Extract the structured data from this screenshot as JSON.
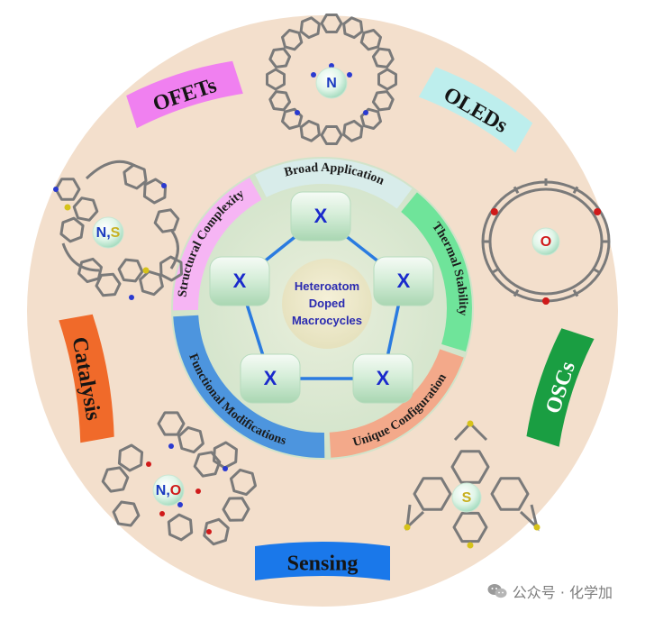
{
  "center": {
    "lines": [
      "Heteroatom",
      "Doped",
      "Macrocycles"
    ]
  },
  "node_label": "X",
  "ring_segments": [
    {
      "label": "Broad Application",
      "color": "#d8ecea"
    },
    {
      "label": "Thermal Stability",
      "color": "#6fe49a"
    },
    {
      "label": "Unique Configuration",
      "color": "#f3a98a"
    },
    {
      "label": "Functional Modifications",
      "color": "#4d95de"
    },
    {
      "label": "Structural Complexity",
      "color": "#f6b5f4"
    }
  ],
  "applications": [
    {
      "label": "OFETs",
      "color": "#f080f0"
    },
    {
      "label": "OLEDs",
      "color": "#bdeeed"
    },
    {
      "label": "OSCs",
      "color": "#1a9e42"
    },
    {
      "label": "Sensing",
      "color": "#1a78ea"
    },
    {
      "label": "Catalysis",
      "color": "#f06a2a"
    }
  ],
  "molecules": [
    {
      "label": "N",
      "parts": [
        {
          "t": "N",
          "c": "#1a3ac0"
        }
      ]
    },
    {
      "label": "O",
      "parts": [
        {
          "t": "O",
          "c": "#d01a1a"
        }
      ]
    },
    {
      "label": "S",
      "parts": [
        {
          "t": "S",
          "c": "#c8b020"
        }
      ]
    },
    {
      "label": "N,O",
      "parts": [
        {
          "t": "N",
          "c": "#1a3ac0"
        },
        {
          "t": ",",
          "c": "#1a3ac0"
        },
        {
          "t": "O",
          "c": "#d01a1a"
        }
      ]
    },
    {
      "label": "N,S",
      "parts": [
        {
          "t": "N",
          "c": "#1a3ac0"
        },
        {
          "t": ",",
          "c": "#1a3ac0"
        },
        {
          "t": "S",
          "c": "#c8b020"
        }
      ]
    }
  ],
  "watermark": {
    "text": "公众号 · 化学加"
  },
  "colors": {
    "outer_disc": "#f3dfcc",
    "inner_disc": "#dde8d2",
    "node_x": "#1a2acc",
    "pentagon_edge": "#2a7be0"
  }
}
